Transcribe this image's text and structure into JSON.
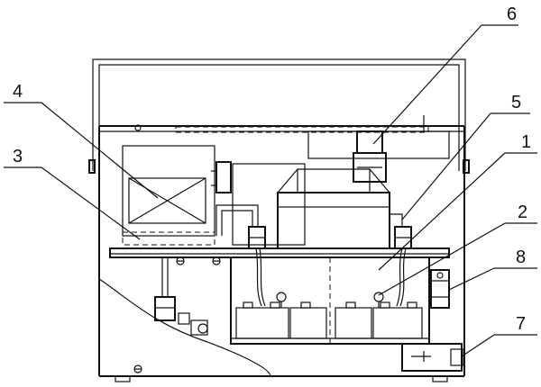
{
  "callouts": [
    {
      "id": "c1",
      "text": "1"
    },
    {
      "id": "c2",
      "text": "2"
    },
    {
      "id": "c3",
      "text": "3"
    },
    {
      "id": "c4",
      "text": "4"
    },
    {
      "id": "c5",
      "text": "5"
    },
    {
      "id": "c6",
      "text": "6"
    },
    {
      "id": "c7",
      "text": "7"
    },
    {
      "id": "c8",
      "text": "8"
    }
  ]
}
